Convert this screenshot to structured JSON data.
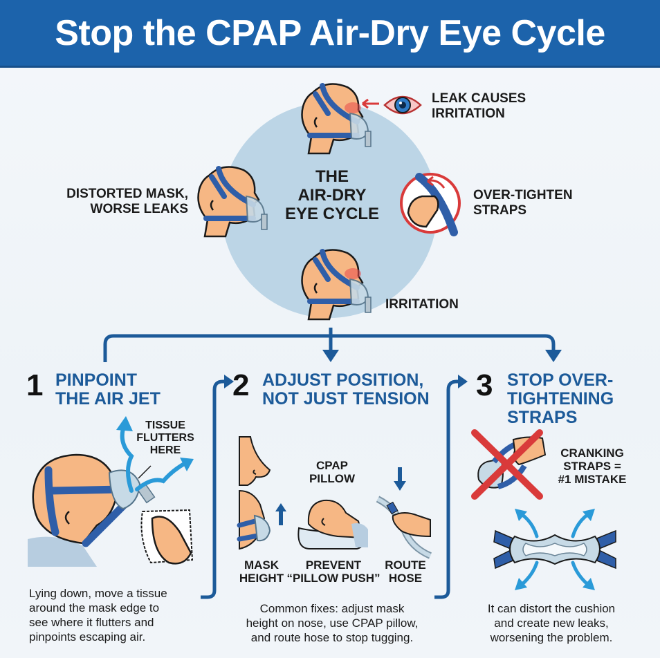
{
  "header": {
    "title": "Stop the CPAP Air-Dry Eye Cycle"
  },
  "colors": {
    "header_bg": "#1c63ab",
    "accent_blue": "#1c5a99",
    "circle_fill": "#bcd5e6",
    "warning_red": "#d93a3a",
    "skin": "#f6b784",
    "strap_blue": "#2f5ea8",
    "air_blue": "#2a9ad8"
  },
  "cycle": {
    "title_line1": "THE",
    "title_line2": "AIR-DRY",
    "title_line3": "EYE CYCLE",
    "nodes": [
      {
        "position": "top",
        "label_line1": "LEAK CAUSES",
        "label_line2": "IRRITATION",
        "icons": [
          "masked-face-icon",
          "irritated-eye-icon"
        ]
      },
      {
        "position": "right",
        "label_line1": "OVER-TIGHTEN",
        "label_line2": "STRAPS",
        "icons": [
          "no-tighten-strap-icon"
        ]
      },
      {
        "position": "bottom",
        "label_line1": "IRRITATION",
        "icons": [
          "masked-face-irritated-icon"
        ]
      },
      {
        "position": "left",
        "label_line1": "DISTORTED MASK,",
        "label_line2": "WORSE LEAKS",
        "icons": [
          "masked-face-icon"
        ]
      }
    ]
  },
  "steps": [
    {
      "number": "1",
      "title_line1": "PINPOINT",
      "title_line2": "THE AIR JET",
      "callout_line1": "TISSUE",
      "callout_line2": "FLUTTERS",
      "callout_line3": "HERE",
      "description_lines": [
        "Lying down, move a tissue",
        "around the mask edge to",
        "see where it flutters and",
        "pinpoints escaping air."
      ]
    },
    {
      "number": "2",
      "title_line1": "ADJUST POSITION,",
      "title_line2": "NOT JUST TENSION",
      "pillow_label_line1": "CPAP",
      "pillow_label_line2": "PILLOW",
      "sub_items": [
        {
          "line1": "MASK",
          "line2": "HEIGHT"
        },
        {
          "line1": "PREVENT",
          "line2": "“PILLOW PUSH”"
        },
        {
          "line1": "ROUTE",
          "line2": "HOSE"
        }
      ],
      "description_lines": [
        "Common fixes: adjust mask",
        "height on nose, use CPAP pillow,",
        "and route hose to stop tugging."
      ]
    },
    {
      "number": "3",
      "title_line1": "STOP OVER-",
      "title_line2": "TIGHTENING",
      "title_line3": "STRAPS",
      "callout_line1": "CRANKING",
      "callout_line2": "STRAPS =",
      "callout_line3": "#1 MISTAKE",
      "description_lines": [
        "It can distort the cushion",
        "and create new leaks,",
        "worsening the problem."
      ]
    }
  ]
}
